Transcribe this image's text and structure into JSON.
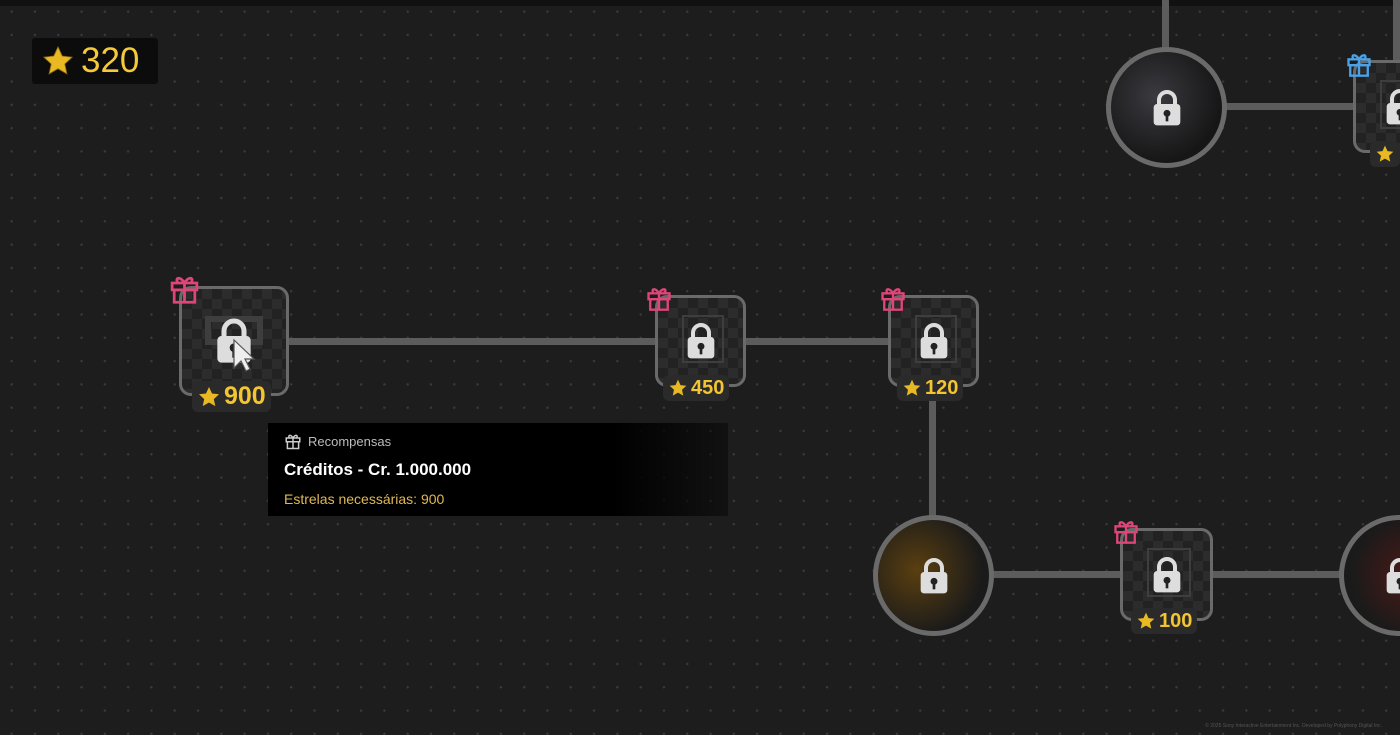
{
  "score": {
    "stars": "320",
    "icon": "star-icon"
  },
  "colors": {
    "accent": "#f2c531",
    "gift_pink": "#e0457a",
    "gift_blue": "#4aa3e8",
    "line": "#5c5c5c"
  },
  "nodes": [
    {
      "type": "reward",
      "stars": "900",
      "gift": "pink",
      "locked": true
    },
    {
      "type": "ticket",
      "stars": "450",
      "gift": "pink",
      "locked": true
    },
    {
      "type": "ticket",
      "stars": "120",
      "gift": "pink",
      "locked": true
    },
    {
      "type": "car",
      "locked": true
    },
    {
      "type": "ticket",
      "stars": "100",
      "gift": "pink",
      "locked": true
    },
    {
      "type": "car",
      "locked": true
    },
    {
      "type": "car",
      "locked": true
    },
    {
      "type": "ticket",
      "gift": "blue",
      "locked": true
    }
  ],
  "tooltip": {
    "header": "Recompensas",
    "title": "Créditos - Cr. 1.000.000",
    "requirement": "Estrelas necessárias: 900"
  },
  "footer": {
    "copyright": "© 2025 Sony Interactive Entertainment Inc. Developed by Polyphony Digital Inc."
  }
}
